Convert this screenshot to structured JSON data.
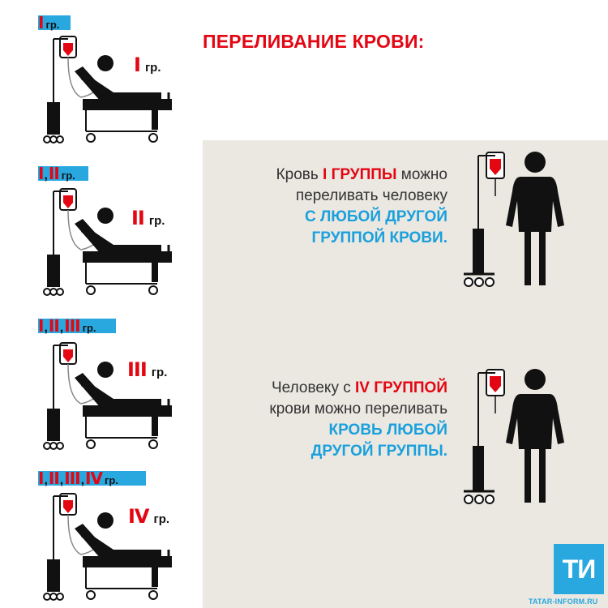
{
  "title": "ПЕРЕЛИВАНИЕ КРОВИ:",
  "abbr": "гр.",
  "rows": [
    {
      "donors": [
        "I"
      ],
      "recipient": "I"
    },
    {
      "donors": [
        "I",
        "II"
      ],
      "recipient": "II"
    },
    {
      "donors": [
        "I",
        "II",
        "III"
      ],
      "recipient": "III"
    },
    {
      "donors": [
        "I",
        "II",
        "III",
        "IV"
      ],
      "recipient": "IV"
    }
  ],
  "info1": {
    "l1a": "Кровь ",
    "l1b": "I ГРУППЫ",
    "l1c": " можно",
    "l2": "переливать человеку",
    "l3": "С ЛЮБОЙ ДРУГОЙ",
    "l4": "ГРУППОЙ КРОВИ."
  },
  "info2": {
    "l1a": "Человеку с ",
    "l1b": "IV ГРУППОЙ",
    "l2": "крови можно переливать",
    "l3": "КРОВЬ ЛЮБОЙ",
    "l4": "ДРУГОЙ ГРУППЫ."
  },
  "logo": "ТИ",
  "site": "TATAR-INFORM.RU",
  "colors": {
    "red": "#e30613",
    "blue": "#29a8e0",
    "panel": "#ebe8e2"
  }
}
